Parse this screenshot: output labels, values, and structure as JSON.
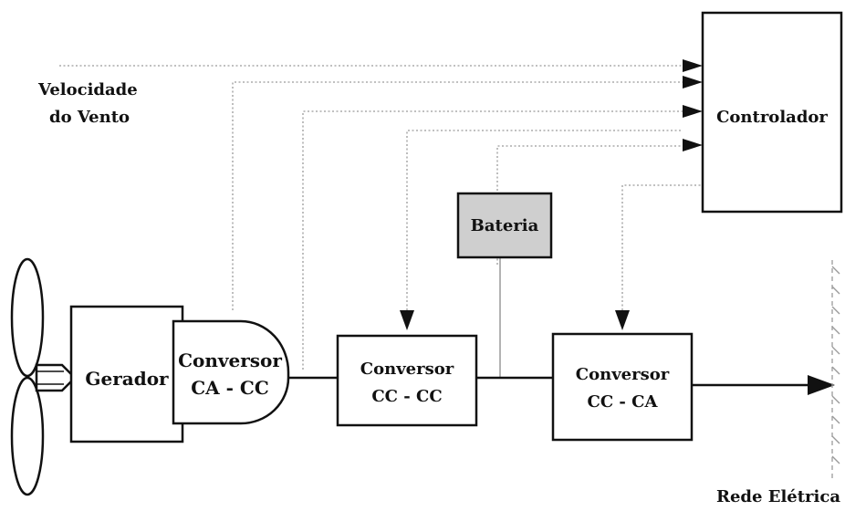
{
  "labels": {
    "wind_speed_line1": "Velocidade",
    "wind_speed_line2": "do Vento",
    "controller": "Controlador",
    "battery": "Bateria",
    "generator": "Gerador",
    "conv_acdc_line1": "Conversor",
    "conv_acdc_line2": "CA - CC",
    "conv_dcdc_line1": "Conversor",
    "conv_dcdc_line2": "CC - CC",
    "conv_dcac_line1": "Conversor",
    "conv_dcac_line2": "CC - CA",
    "grid": "Rede Elétrica"
  },
  "colors": {
    "stroke": "#111111",
    "battery_fill": "#cfcfcf",
    "signal_line": "#9a9a9a"
  }
}
